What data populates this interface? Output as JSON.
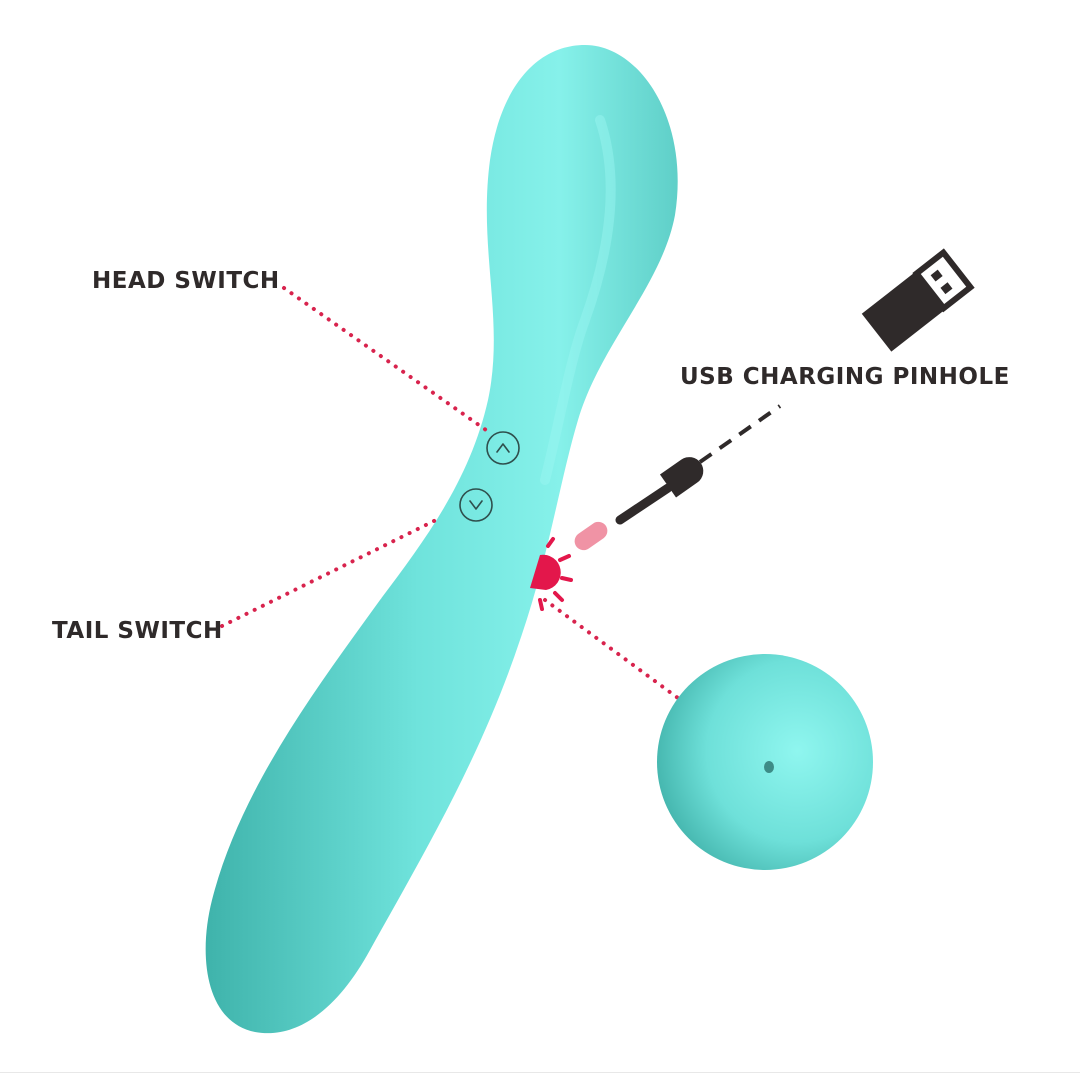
{
  "labels": {
    "head_switch": "HEAD SWITCH",
    "tail_switch": "TAIL SWITCH",
    "usb_charging_pinhole": "USB CHARGING PINHOLE"
  },
  "icons": {
    "head_button": "chevron-up-icon",
    "tail_button": "chevron-down-icon",
    "usb_plug": "usb-icon",
    "charging_cable": "charging-cable-icon"
  },
  "colors": {
    "device_body": "#6fe3dc",
    "device_shadow": "#3fb3ab",
    "leader_line": "#d8234d",
    "charge_port": "#e3174b",
    "cable_tip": "#f093a5",
    "label_text": "#2f2a2a",
    "usb_icon": "#2f2a2a"
  }
}
